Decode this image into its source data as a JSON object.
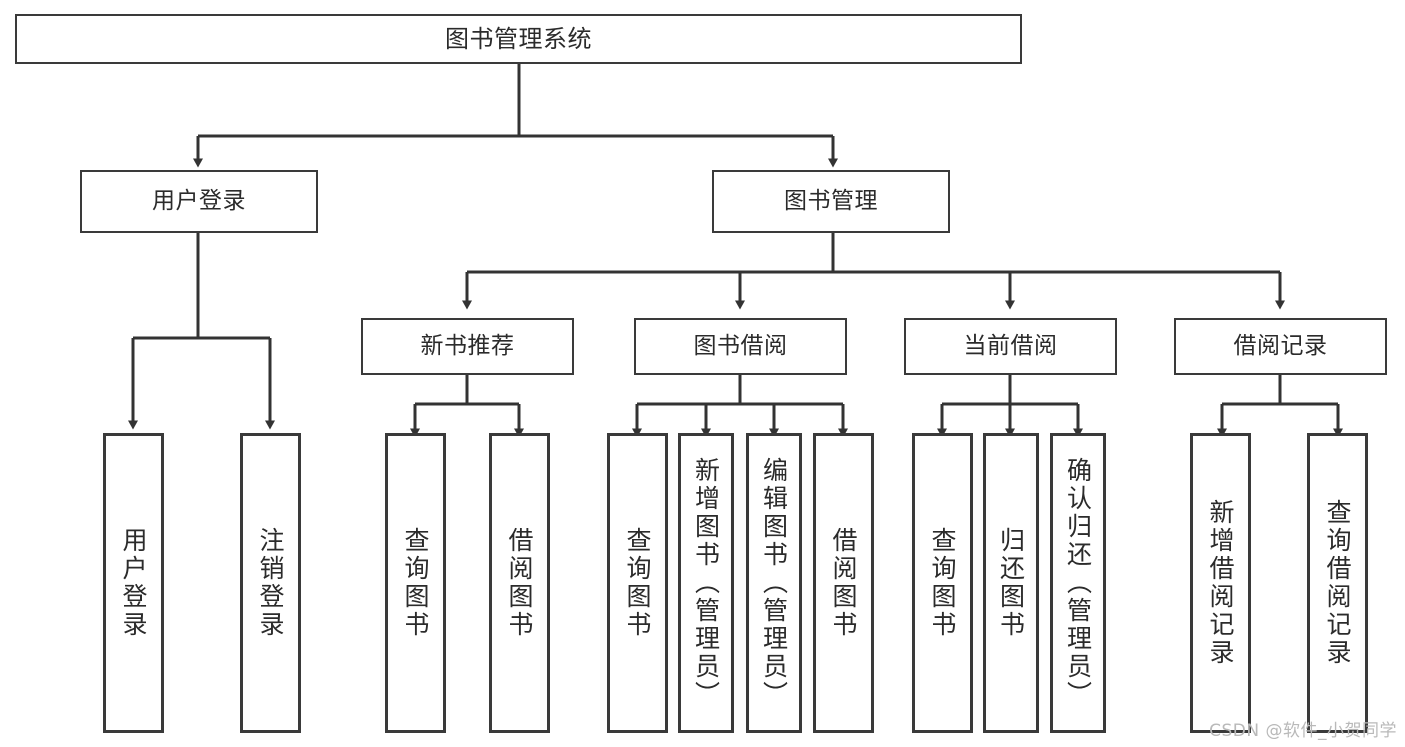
{
  "diagram": {
    "title": "图书管理系统",
    "type": "tree",
    "orientation": "top-down",
    "colors": {
      "node_border": "#3a3a3a",
      "node_fill": "#ffffff",
      "edge": "#333333",
      "text": "#2b2b2b",
      "watermark": "#b9b9b9",
      "background": "#ffffff"
    }
  },
  "root": {
    "label": "图书管理系统"
  },
  "level2": [
    {
      "label": "用户登录"
    },
    {
      "label": "图书管理"
    }
  ],
  "level3": [
    {
      "label": "新书推荐"
    },
    {
      "label": "图书借阅"
    },
    {
      "label": "当前借阅"
    },
    {
      "label": "借阅记录"
    }
  ],
  "leaves": {
    "user_login": [
      {
        "label": "用户登录"
      },
      {
        "label": "注销登录"
      }
    ],
    "new_book_recommend": [
      {
        "label": "查询图书"
      },
      {
        "label": "借阅图书"
      }
    ],
    "book_borrow": [
      {
        "label": "查询图书"
      },
      {
        "label": "新增图书（管理员）"
      },
      {
        "label": "编辑图书（管理员）"
      },
      {
        "label": "借阅图书"
      }
    ],
    "current_borrow": [
      {
        "label": "查询图书"
      },
      {
        "label": "归还图书"
      },
      {
        "label": "确认归还（管理员）"
      }
    ],
    "borrow_record": [
      {
        "label": "新增借阅记录"
      },
      {
        "label": "查询借阅记录"
      }
    ]
  },
  "watermark": {
    "text": "CSDN @软件_小贺同学"
  }
}
